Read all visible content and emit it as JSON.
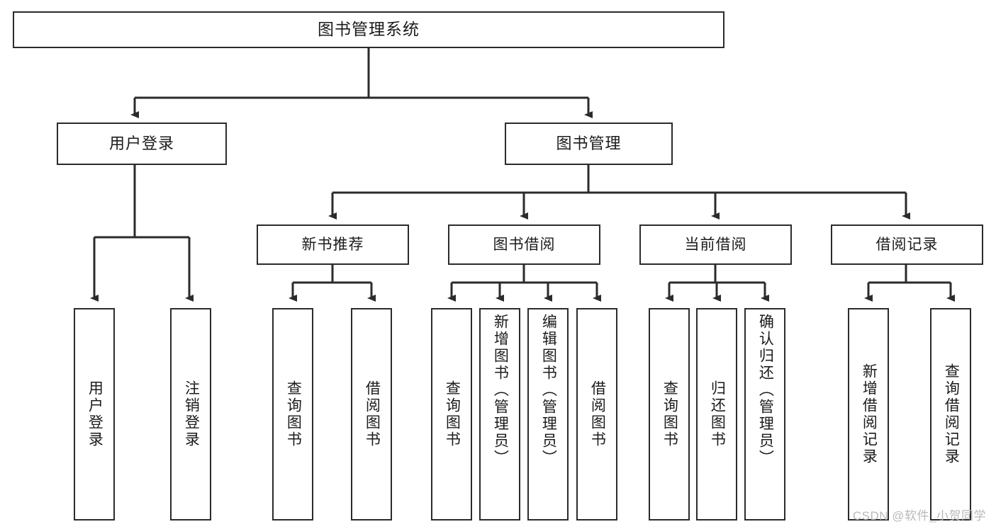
{
  "diagram": {
    "title": "图书管理系统",
    "root": {
      "label": "图书管理系统"
    },
    "level2": [
      {
        "label": "用户登录"
      },
      {
        "label": "图书管理"
      }
    ],
    "level3": [
      {
        "label": "新书推荐"
      },
      {
        "label": "图书借阅"
      },
      {
        "label": "当前借阅"
      },
      {
        "label": "借阅记录"
      }
    ],
    "leaves": {
      "user_login": [
        {
          "label": "用户登录"
        },
        {
          "label": "注销登录"
        }
      ],
      "new_book_recommend": [
        {
          "label": "查询图书"
        },
        {
          "label": "借阅图书"
        }
      ],
      "book_borrow": [
        {
          "label": "查询图书"
        },
        {
          "label": "新增图书（管理员）"
        },
        {
          "label": "编辑图书（管理员）"
        },
        {
          "label": "借阅图书"
        }
      ],
      "current_borrow": [
        {
          "label": "查询图书"
        },
        {
          "label": "归还图书"
        },
        {
          "label": "确认归还（管理员）"
        }
      ],
      "borrow_record": [
        {
          "label": "新增借阅记录"
        },
        {
          "label": "查询借阅记录"
        }
      ]
    }
  },
  "watermark": {
    "text": "CSDN @软件_小贺同学"
  },
  "colors": {
    "stroke": "#2b2b2b",
    "box_fill": "#ffffff",
    "text": "#1b1b1b",
    "watermark": "#b9b9b9",
    "page_background": "#ffffff"
  }
}
